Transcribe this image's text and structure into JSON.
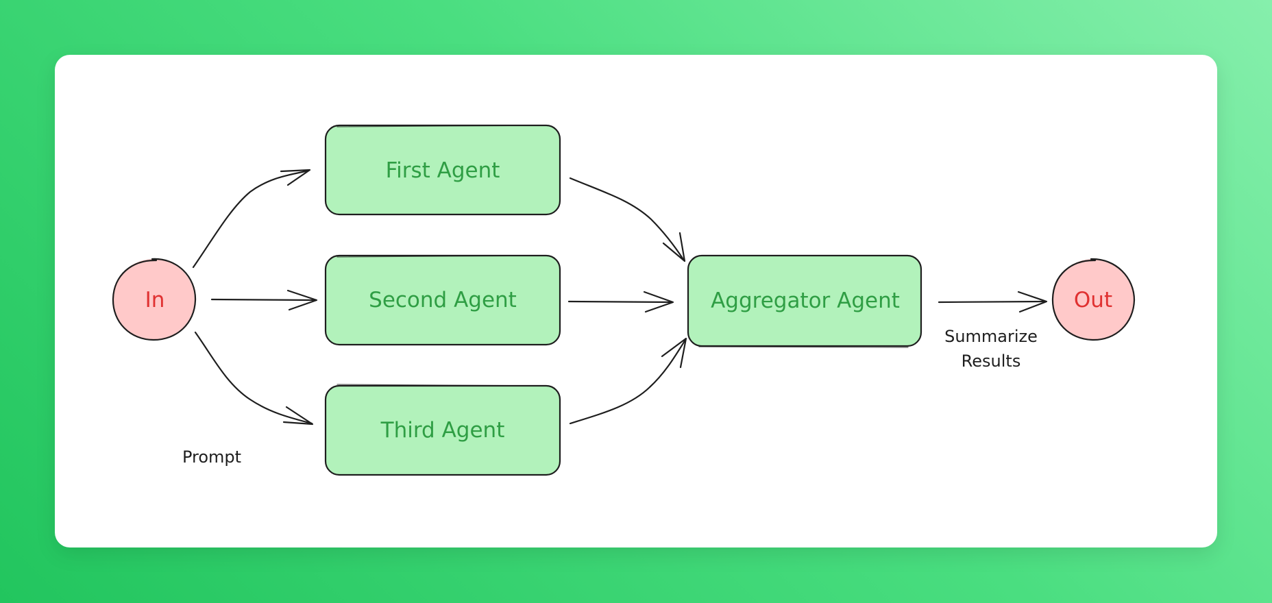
{
  "colors": {
    "agent_fill": "#b2f2bb",
    "agent_text": "#2f9e44",
    "io_fill": "#ffc9c9",
    "io_text": "#e03131",
    "stroke": "#1e1e1e",
    "card": "#ffffff"
  },
  "nodes": {
    "input": "In",
    "first_agent": "First Agent",
    "second_agent": "Second Agent",
    "third_agent": "Third Agent",
    "aggregator": "Aggregator Agent",
    "output": "Out"
  },
  "edge_labels": {
    "prompt": "Prompt",
    "summarize_line1": "Summarize",
    "summarize_line2": "Results"
  }
}
